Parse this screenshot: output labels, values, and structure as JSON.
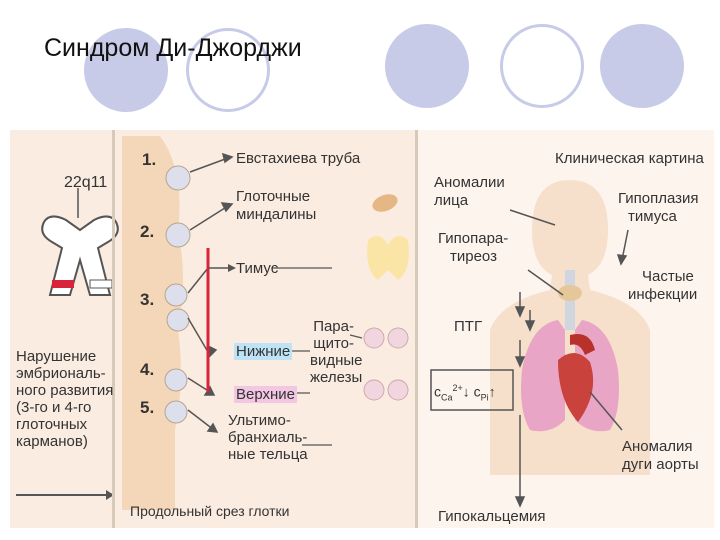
{
  "slide": {
    "title": "Синдром Ди-Джорджи"
  },
  "diagram": {
    "left": {
      "chromosome_label": "22q11",
      "description": [
        "Нарушение",
        "эмбриональ-",
        "ного развития",
        "(3-го и 4-го",
        "глоточных",
        "карманов)"
      ]
    },
    "middle": {
      "numbers": [
        "1.",
        "2.",
        "3.",
        "4.",
        "5."
      ],
      "labels": {
        "eustachian": "Евстахиева труба",
        "tonsils": [
          "Глоточные",
          "миндалины"
        ],
        "thymus": "Тимус",
        "lower": "Нижние",
        "upper": "Верхние",
        "parathyroid": [
          "Пара-",
          "щито-",
          "видные",
          "железы"
        ],
        "ultimo": [
          "Ультимо-",
          "бранхиаль-",
          "ные тельца"
        ]
      },
      "caption": "Продольный срез глотки"
    },
    "right": {
      "title": "Клиническая картина",
      "face": [
        "Аномалии",
        "лица"
      ],
      "thymus_hypo": [
        "Гипоплазия",
        "тимуса"
      ],
      "hypopara": [
        "Гипопара-",
        "тиреоз"
      ],
      "infections": [
        "Частые",
        "инфекции"
      ],
      "pth": "ПТГ",
      "ca_pi": {
        "ca": "c",
        "ca_sub": "Ca",
        "ca_sup": "2+",
        "ca_arrow": "↓",
        "p": "c",
        "p_sub": "Pi",
        "p_arrow": "↑"
      },
      "aorta": [
        "Аномалия",
        "дуги аорты"
      ],
      "hypocalcemia": "Гипокальцемия"
    }
  }
}
